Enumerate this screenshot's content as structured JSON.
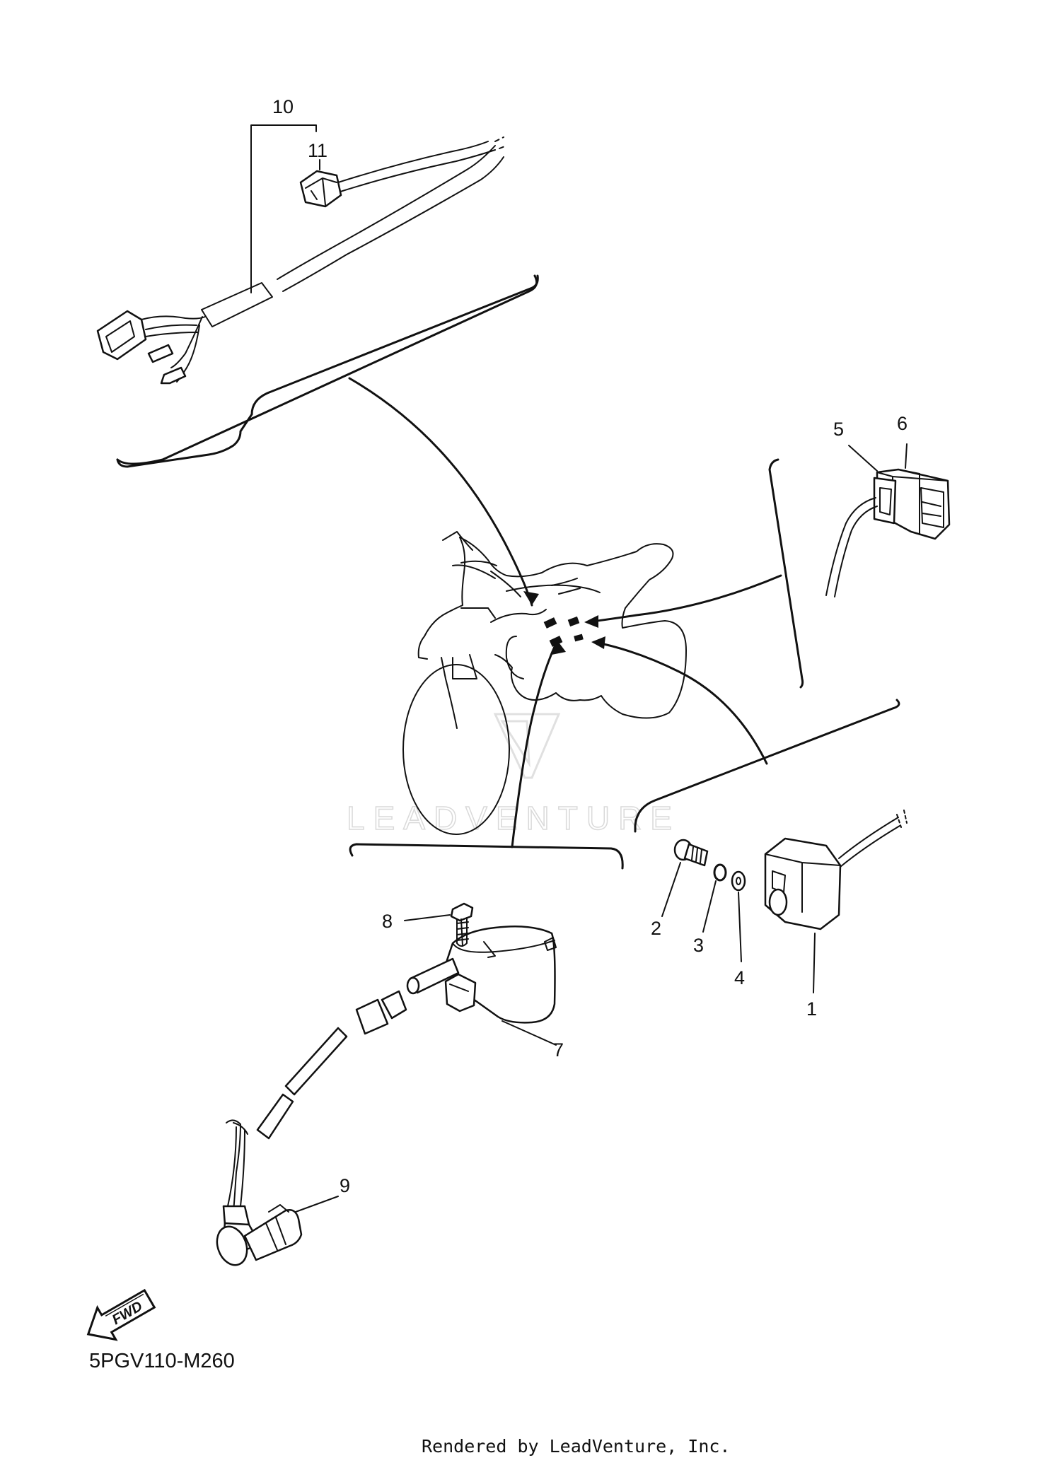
{
  "diagram_code": "5PGV110-M260",
  "footer_text": "Rendered by LeadVenture, Inc.",
  "watermark_text": "LEADVENTURE",
  "fwd_label": "FWD",
  "callouts": {
    "c1": "1",
    "c2": "2",
    "c3": "3",
    "c4": "4",
    "c5": "5",
    "c6": "6",
    "c7": "7",
    "c8": "8",
    "c9": "9",
    "c10": "10",
    "c11": "11"
  }
}
